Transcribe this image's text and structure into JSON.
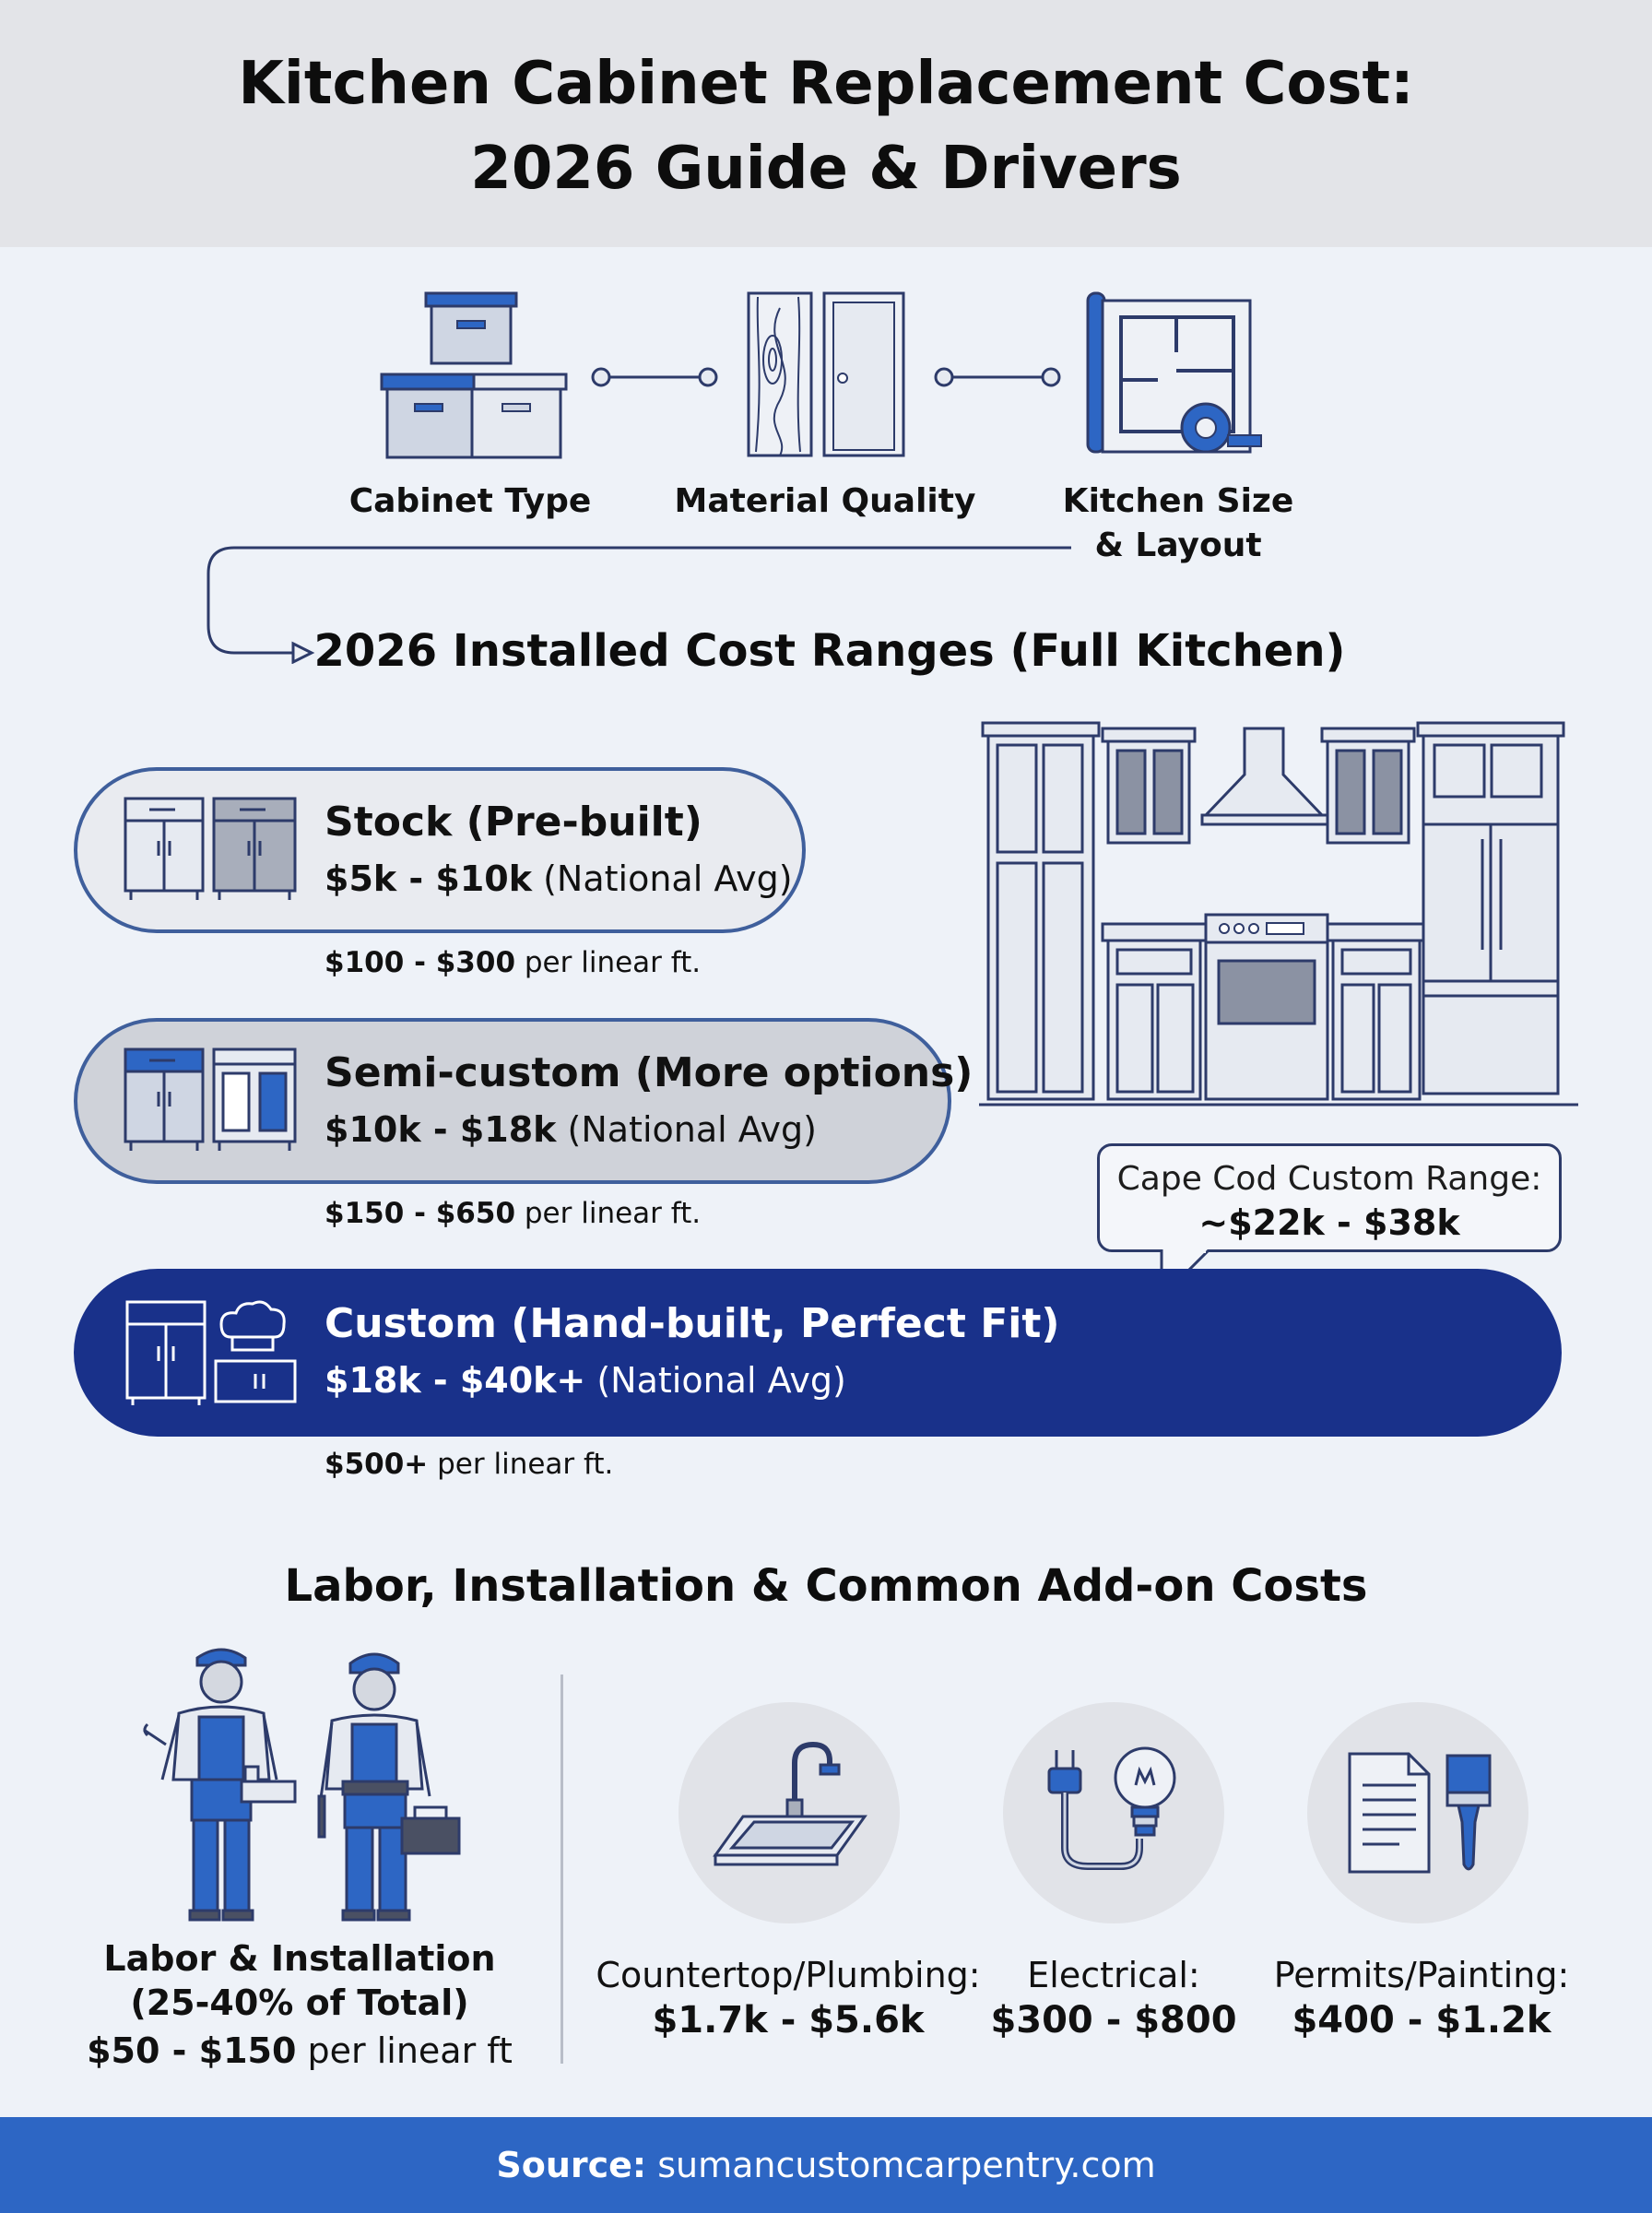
{
  "title": {
    "line1": "Kitchen Cabinet Replacement Cost:",
    "line2": "2026 Guide & Drivers"
  },
  "drivers": [
    {
      "icon": "boxes-icon",
      "label": "Cabinet Type"
    },
    {
      "icon": "wood-door-icon",
      "label": "Material Quality"
    },
    {
      "icon": "floorplan-tape-icon",
      "label_line1": "Kitchen Size",
      "label_line2": "& Layout"
    }
  ],
  "cost_section": {
    "title": "2026 Installed Cost Ranges (Full Kitchen)"
  },
  "tiers": [
    {
      "name": "Stock (Pre-built)",
      "price": "$5k - $10k",
      "note": "(National Avg)",
      "linear_value": "$100 - $300",
      "linear_suffix": "per linear ft."
    },
    {
      "name": "Semi-custom (More options)",
      "price": "$10k - $18k",
      "note": "(National Avg)",
      "linear_value": "$150 - $650",
      "linear_suffix": "per linear ft."
    },
    {
      "name": "Custom (Hand-built, Perfect Fit)",
      "price": "$18k - $40k+",
      "note": "(National Avg)",
      "linear_value": "$500+",
      "linear_suffix": "per linear ft."
    }
  ],
  "callout": {
    "line1": "Cape Cod Custom Range:",
    "line2": "~$22k - $38k"
  },
  "labor_section": {
    "title": "Labor, Installation & Common Add-on Costs"
  },
  "labor": {
    "line1": "Labor & Installation",
    "line2": "(25-40% of Total)",
    "value": "$50 - $150",
    "suffix": "per linear ft"
  },
  "addons": [
    {
      "icon": "sink-icon",
      "label": "Countertop/Plumbing:",
      "value": "$1.7k - $5.6k"
    },
    {
      "icon": "plug-bulb-icon",
      "label": "Electrical:",
      "value": "$300 - $800"
    },
    {
      "icon": "document-brush-icon",
      "label": "Permits/Painting:",
      "value": "$400 - $1.2k"
    }
  ],
  "footer": {
    "label": "Source:",
    "site": "sumancustomcarpentry.com"
  },
  "colors": {
    "accent": "#2d66c4",
    "navy": "#19318a",
    "outline": "#3f5f9c",
    "background": "#eef2f8"
  }
}
